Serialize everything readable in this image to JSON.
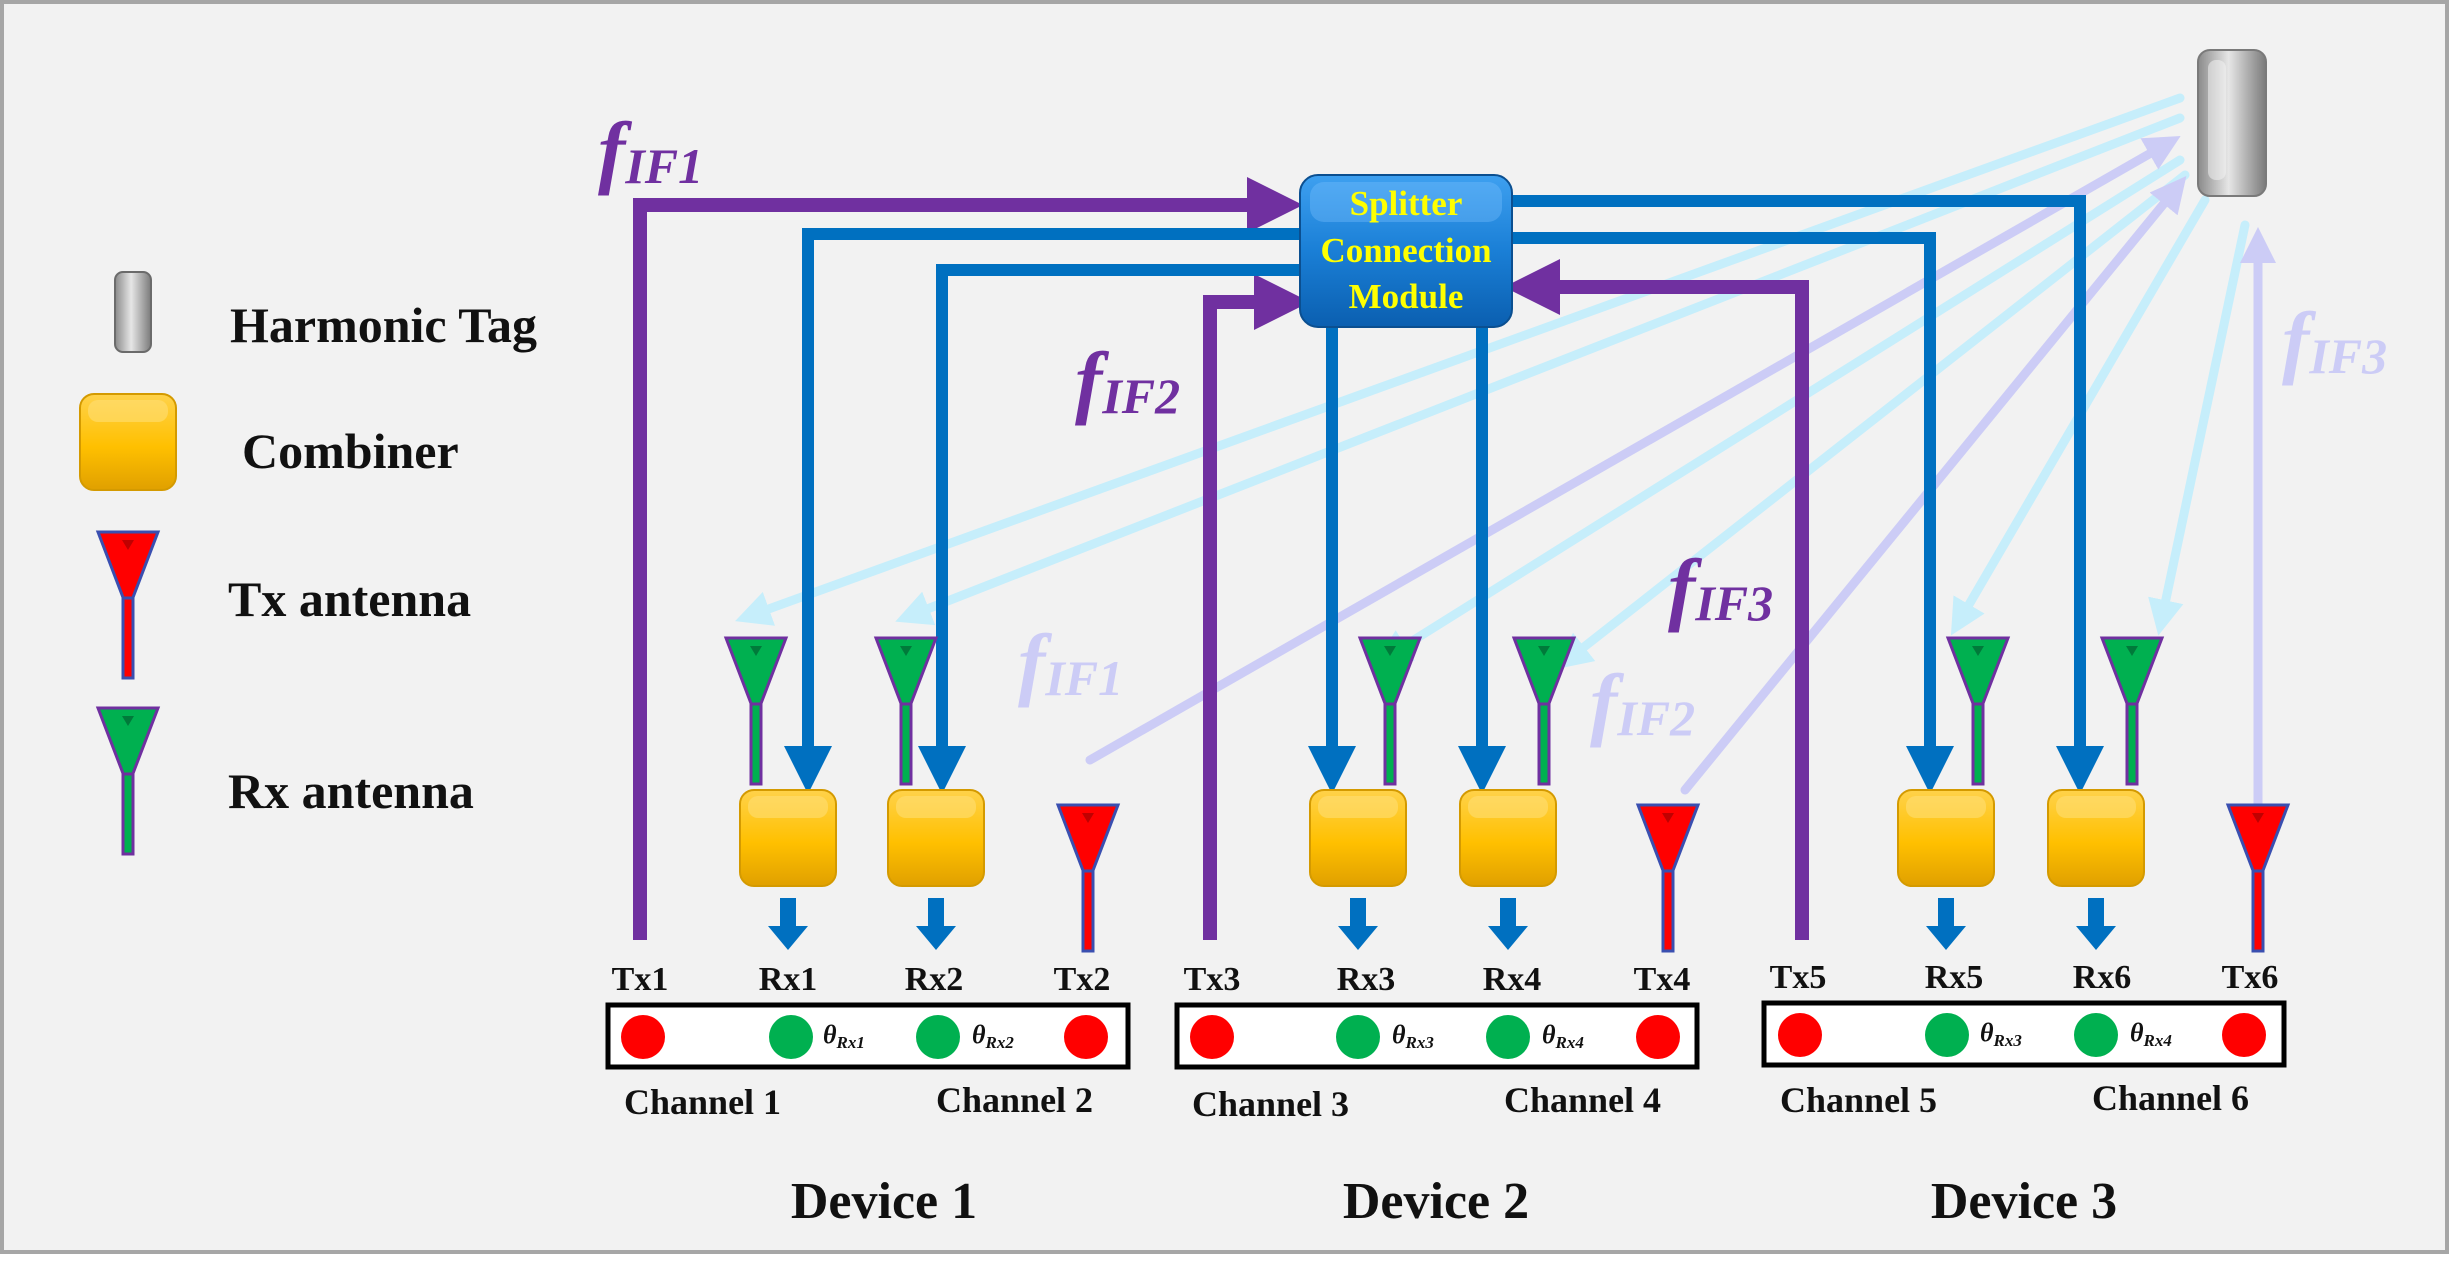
{
  "legend": {
    "harmonic_tag": "Harmonic Tag",
    "combiner": "Combiner",
    "tx_antenna": "Tx antenna",
    "rx_antenna": "Rx antenna"
  },
  "module": {
    "line1": "Splitter",
    "line2": "Connection",
    "line3": "Module"
  },
  "freq_labels": {
    "f": "f",
    "if1": "IF1",
    "if2": "IF2",
    "if3": "IF3"
  },
  "ports": {
    "tx1": "Tx1",
    "rx1": "Rx1",
    "rx2": "Rx2",
    "tx2": "Tx2",
    "tx3": "Tx3",
    "rx3": "Rx3",
    "rx4": "Rx4",
    "tx4": "Tx4",
    "tx5": "Tx5",
    "rx5": "Rx5",
    "rx6": "Rx6",
    "tx6": "Tx6"
  },
  "theta": {
    "symbol": "θ",
    "rx1": "Rx1",
    "rx2": "Rx2",
    "rx3": "Rx3",
    "rx4": "Rx4",
    "rx5": "Rx3",
    "rx6": "Rx4"
  },
  "channels": {
    "c1": "Channel 1",
    "c2": "Channel 2",
    "c3": "Channel 3",
    "c4": "Channel 4",
    "c5": "Channel 5",
    "c6": "Channel 6"
  },
  "devices": {
    "d1": "Device 1",
    "d2": "Device 2",
    "d3": "Device 3"
  },
  "colors": {
    "purple": "#7030a0",
    "blue": "#0070c0",
    "light_blue": "#c6eefb",
    "lavender": "#ccccf6",
    "red": "#ff0000",
    "green": "#00b050",
    "combiner": "#ffc000",
    "module": "#1a7fd6",
    "module_text": "#ffff00"
  },
  "icons": [
    "harmonic-tag-icon",
    "combiner-icon",
    "tx-antenna-icon",
    "rx-antenna-icon",
    "arrow-icon"
  ]
}
